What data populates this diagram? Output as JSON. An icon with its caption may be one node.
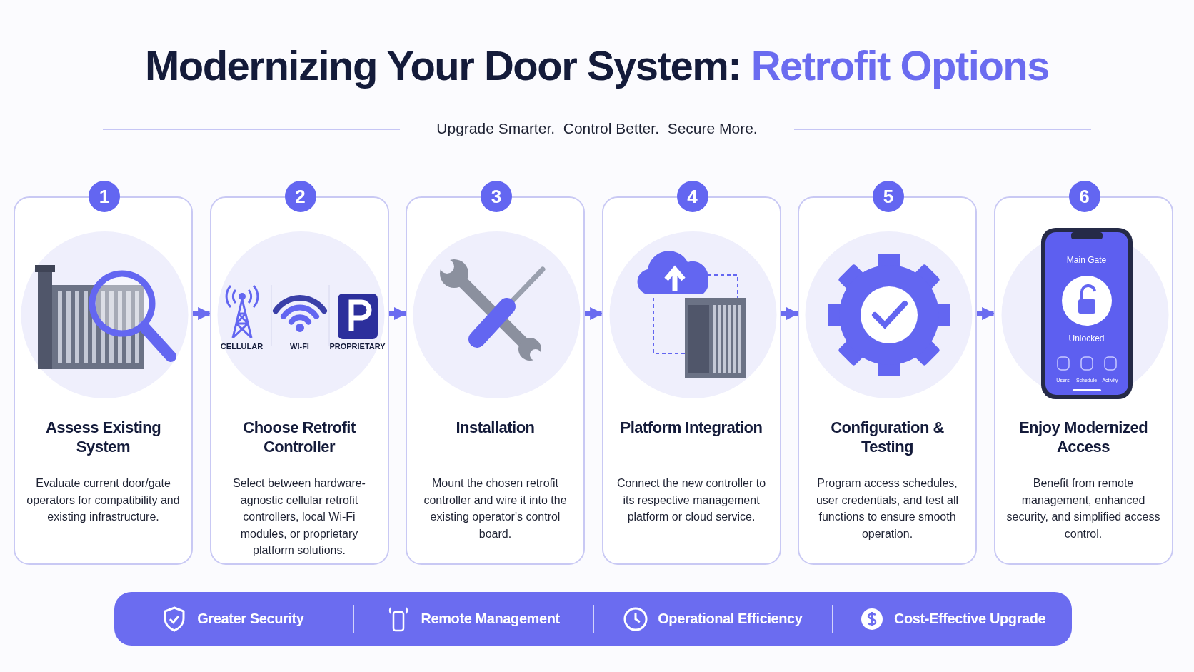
{
  "diagram": {
    "title": "Modernizing Your Door System: Retrofit Options",
    "nodes": [
      {
        "text": [
          "1",
          "Assess Existing System",
          "Evaluate current door/gate operators for compatibility and existing infrastructure."
        ]
      },
      {
        "text": [
          "2",
          "Choose Retrofit Controller",
          "Select between hardware-agnostic cellular retrofit controllers, local Wi-Fi modules, or proprietary platform solutions."
        ]
      },
      {
        "text": [
          "3",
          "Installation",
          "Mount the chosen retrofit controller and wire it into the existing operator's control board."
        ]
      },
      {
        "text": [
          "4",
          "Platform Integration",
          "Connect the new controller to its respective management platform or cloud service."
        ]
      },
      {
        "text": [
          "5",
          "Configuration & Testing",
          "Program access schedules, user credentials, and test all functions to ensure smooth operation."
        ]
      },
      {
        "text": [
          "6",
          "Enjoy Modernized Access",
          "Benefit from remote management, enhanced security, and simplified access control."
        ]
      },
      {
        "text": [
          "Greater Security",
          "Remote Management",
          "Operational Efficiency",
          "Cost-Effective Upgrade"
        ]
      }
    ],
    "edges": [
      {
        "from": 0,
        "to": 1,
        "arrow": "to"
      },
      {
        "from": 1,
        "to": 2,
        "arrow": "to"
      },
      {
        "from": 2,
        "to": 3,
        "arrow": "to"
      },
      {
        "from": 3,
        "to": 4,
        "arrow": "to"
      },
      {
        "from": 4,
        "to": 5,
        "arrow": "to"
      }
    ],
    "labels": [
      "Upgrade Smarter.  Control Better.  Secure More.",
      "CELLULAR",
      "WI-FI",
      "PROPRIETARY",
      "Main Gate",
      "Unlocked",
      "Users",
      "Schedule",
      "Activity"
    ]
  }
}
